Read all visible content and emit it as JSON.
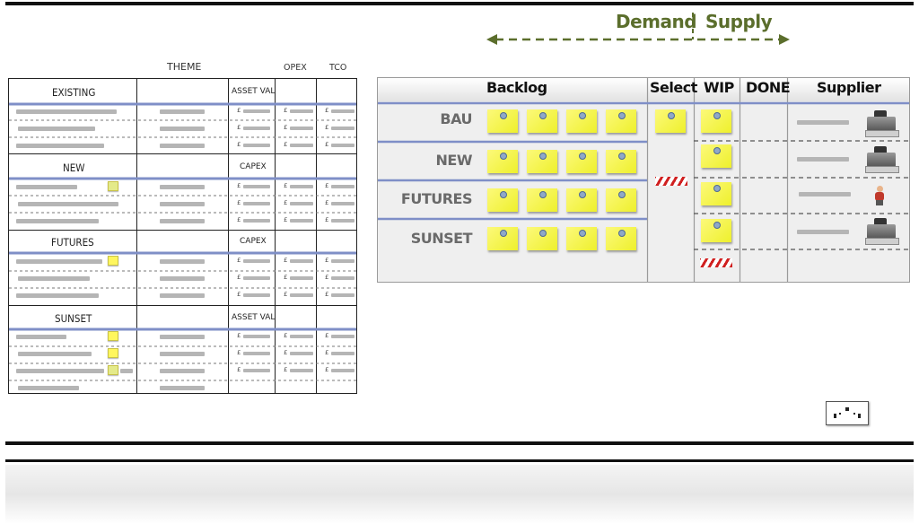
{
  "header": {
    "demand": "Demand",
    "supply": "Supply"
  },
  "left_table": {
    "headers": {
      "theme": "THEME",
      "opex": "OPEX",
      "tco": "TCO"
    },
    "sections": [
      {
        "name": "EXISTING",
        "value_type": "ASSET VAL"
      },
      {
        "name": "NEW",
        "value_type": "CAPEX"
      },
      {
        "name": "FUTURES",
        "value_type": "CAPEX"
      },
      {
        "name": "SUNSET",
        "value_type": "ASSET VAL"
      }
    ],
    "currency_symbol": "£"
  },
  "kanban": {
    "columns": [
      "Backlog",
      "Select",
      "WIP",
      "DONE",
      "Supplier"
    ],
    "rows": [
      "BAU",
      "NEW",
      "FUTURES",
      "SUNSET"
    ]
  },
  "icons": {
    "cash_register": "cash-register-icon",
    "person": "person-icon",
    "power_socket": "power-socket-icon",
    "sticky_note": "sticky-note-icon"
  },
  "colors": {
    "heading_green": "#5b6e2c",
    "sticky_yellow": "#f5f24a",
    "row_blue": "#7f8fc7",
    "blocked_red": "#d02020"
  }
}
